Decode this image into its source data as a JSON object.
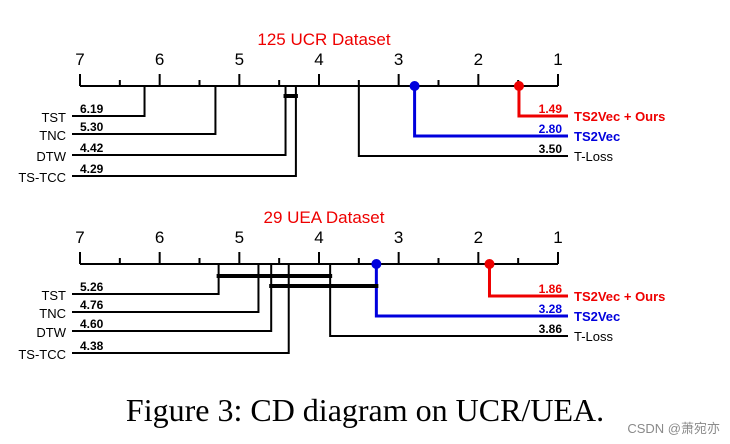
{
  "caption": "Figure 3: CD diagram on UCR/UEA.",
  "watermark": "CSDN @萧宛亦",
  "colors": {
    "red": "#ee0000",
    "blue": "#0000dd",
    "black": "#000000",
    "caption_title": "#ee0000"
  },
  "chart_data": [
    {
      "type": "diagram",
      "title": "125 UCR Dataset",
      "axis": {
        "min": 1,
        "max": 7,
        "ticks": [
          "7",
          "6",
          "5",
          "4",
          "3",
          "2",
          "1"
        ],
        "reversed": true
      },
      "left_methods": [
        {
          "name": "TST",
          "rank": 6.19,
          "label": "6.19"
        },
        {
          "name": "TNC",
          "rank": 5.3,
          "label": "5.30"
        },
        {
          "name": "DTW",
          "rank": 4.42,
          "label": "4.42"
        },
        {
          "name": "TS-TCC",
          "rank": 4.29,
          "label": "4.29"
        }
      ],
      "right_methods": [
        {
          "name": "TS2Vec + Ours",
          "rank": 1.49,
          "label": "1.49",
          "color": "red",
          "highlight": true
        },
        {
          "name": "TS2Vec",
          "rank": 2.8,
          "label": "2.80",
          "color": "blue",
          "highlight": true
        },
        {
          "name": "T-Loss",
          "rank": 3.5,
          "label": "3.50",
          "color": "black",
          "highlight": false
        }
      ],
      "cliques": [
        {
          "from": 4.29,
          "to": 4.42
        }
      ]
    },
    {
      "type": "diagram",
      "title": "29 UEA Dataset",
      "axis": {
        "min": 1,
        "max": 7,
        "ticks": [
          "7",
          "6",
          "5",
          "4",
          "3",
          "2",
          "1"
        ],
        "reversed": true
      },
      "left_methods": [
        {
          "name": "TST",
          "rank": 5.26,
          "label": "5.26"
        },
        {
          "name": "TNC",
          "rank": 4.76,
          "label": "4.76"
        },
        {
          "name": "DTW",
          "rank": 4.6,
          "label": "4.60"
        },
        {
          "name": "TS-TCC",
          "rank": 4.38,
          "label": "4.38"
        }
      ],
      "right_methods": [
        {
          "name": "TS2Vec + Ours",
          "rank": 1.86,
          "label": "1.86",
          "color": "red",
          "highlight": true
        },
        {
          "name": "TS2Vec",
          "rank": 3.28,
          "label": "3.28",
          "color": "blue",
          "highlight": true
        },
        {
          "name": "T-Loss",
          "rank": 3.86,
          "label": "3.86",
          "color": "black",
          "highlight": false
        }
      ],
      "cliques": [
        {
          "from": 3.86,
          "to": 5.26
        },
        {
          "from": 3.28,
          "to": 4.6
        }
      ]
    }
  ]
}
